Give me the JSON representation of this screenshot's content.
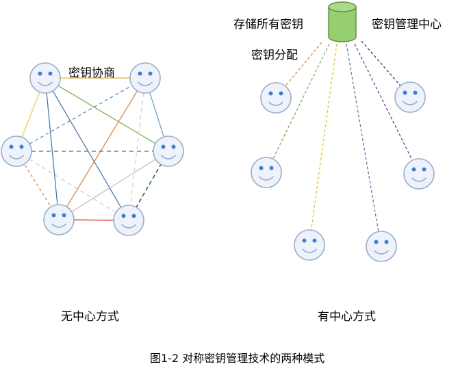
{
  "left_diagram": {
    "edge_label": "密钥协商",
    "caption": "无中心方式"
  },
  "right_diagram": {
    "store_label": "存储所有密钥",
    "center_label": "密钥管理中心",
    "distribute_label": "密钥分配",
    "caption": "有中心方式"
  },
  "figure_caption": "图1-2 对称密钥管理技术的两种模式",
  "colors": {
    "face_fill": "#eef3fb",
    "face_stroke": "#9aaecd",
    "eye": "#3b7fd4",
    "server_fill": "#95cf6f",
    "server_stroke": "#5a8f3a"
  }
}
